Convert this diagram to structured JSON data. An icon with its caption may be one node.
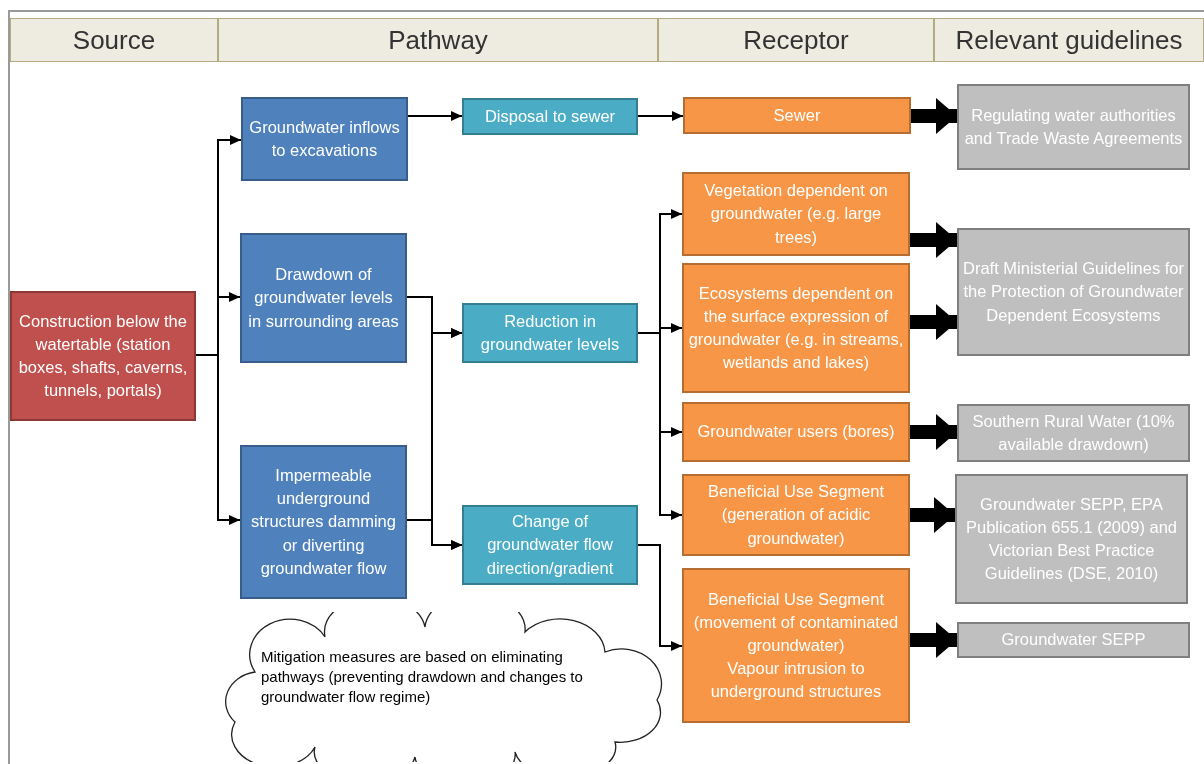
{
  "diagram": {
    "nodes": [
      {
        "text": [
          "Source"
        ]
      },
      {
        "text": [
          "Pathway"
        ]
      },
      {
        "text": [
          "Receptor"
        ]
      },
      {
        "text": [
          "Relevant guidelines"
        ]
      },
      {
        "text": [
          "Construction below the watertable (station boxes, shafts, caverns, tunnels, portals)"
        ]
      },
      {
        "text": [
          "Groundwater inflows to excavations"
        ]
      },
      {
        "text": [
          "Drawdown of groundwater levels in surrounding areas"
        ]
      },
      {
        "text": [
          "Impermeable underground structures damming or diverting groundwater flow"
        ]
      },
      {
        "text": [
          "Disposal to sewer"
        ]
      },
      {
        "text": [
          "Reduction in groundwater levels"
        ]
      },
      {
        "text": [
          "Change of groundwater flow direction/gradient"
        ]
      },
      {
        "text": [
          "Sewer"
        ]
      },
      {
        "text": [
          "Vegetation dependent on groundwater (e.g. large trees)"
        ]
      },
      {
        "text": [
          "Ecosystems dependent on the surface expression of groundwater (e.g. in streams, wetlands and lakes)"
        ]
      },
      {
        "text": [
          "Groundwater users (bores)"
        ]
      },
      {
        "text": [
          "Beneficial Use Segment (generation of acidic groundwater)"
        ]
      },
      {
        "text": [
          "Beneficial Use Segment (movement of contaminated groundwater)",
          "Vapour intrusion to underground structures"
        ]
      },
      {
        "text": [
          "Regulating water authorities and Trade Waste Agreements"
        ]
      },
      {
        "text": [
          "Draft Ministerial Guidelines for the Protection of Groundwater Dependent Ecosystems"
        ]
      },
      {
        "text": [
          "Southern Rural Water (10% available drawdown)"
        ]
      },
      {
        "text": [
          "Groundwater SEPP, EPA Publication 655.1 (2009) and Victorian Best Practice Guidelines (DSE, 2010)"
        ]
      },
      {
        "text": [
          "Groundwater SEPP"
        ]
      },
      {
        "text": [
          "Mitigation measures are based on eliminating pathways (preventing drawdown and changes to groundwater flow regime)"
        ]
      }
    ],
    "edges": [
      {
        "from": 4,
        "to": 5,
        "arrow": "to"
      },
      {
        "from": 4,
        "to": 6,
        "arrow": "to"
      },
      {
        "from": 4,
        "to": 7,
        "arrow": "to"
      },
      {
        "from": 5,
        "to": 8,
        "arrow": "to"
      },
      {
        "from": 8,
        "to": 11,
        "arrow": "to"
      },
      {
        "from": 6,
        "to": 9,
        "arrow": "to"
      },
      {
        "from": 6,
        "to": 10,
        "arrow": "to"
      },
      {
        "from": 7,
        "to": 9,
        "arrow": "to"
      },
      {
        "from": 7,
        "to": 10,
        "arrow": "to"
      },
      {
        "from": 9,
        "to": 12,
        "arrow": "to"
      },
      {
        "from": 9,
        "to": 13,
        "arrow": "to"
      },
      {
        "from": 9,
        "to": 14,
        "arrow": "to"
      },
      {
        "from": 9,
        "to": 15,
        "arrow": "to"
      },
      {
        "from": 10,
        "to": 16,
        "arrow": "to"
      },
      {
        "from": 11,
        "to": 17,
        "arrow": "to",
        "style": "thick"
      },
      {
        "from": 12,
        "to": 18,
        "arrow": "to",
        "style": "thick"
      },
      {
        "from": 13,
        "to": 18,
        "arrow": "to",
        "style": "thick"
      },
      {
        "from": 14,
        "to": 19,
        "arrow": "to",
        "style": "thick"
      },
      {
        "from": 15,
        "to": 20,
        "arrow": "to",
        "style": "thick"
      },
      {
        "from": 16,
        "to": 21,
        "arrow": "to",
        "style": "thick"
      }
    ]
  }
}
